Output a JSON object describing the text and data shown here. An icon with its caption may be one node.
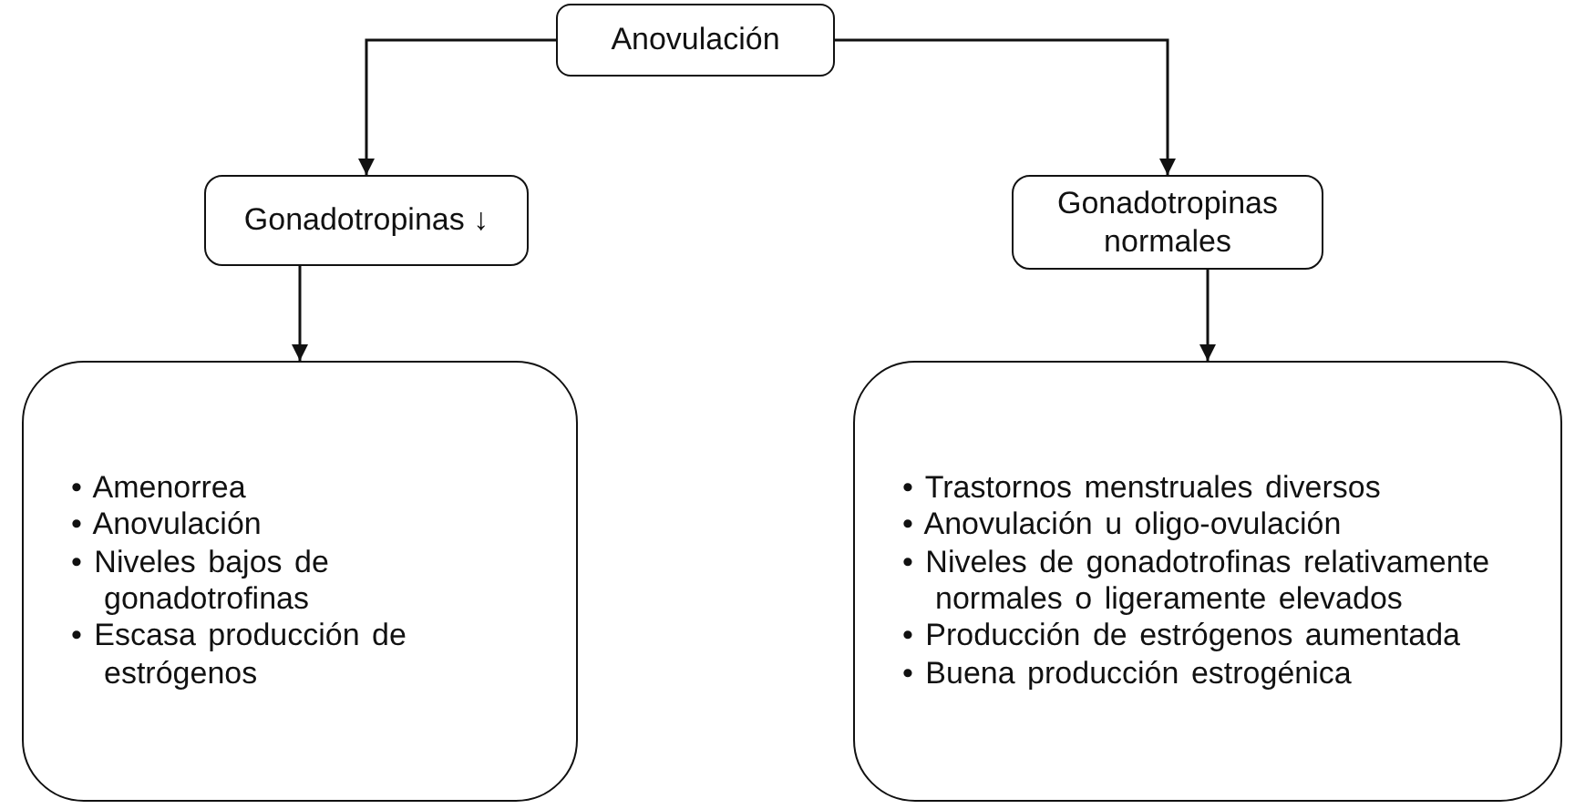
{
  "diagram": {
    "nodes": [
      {
        "text": [
          "Anovulación"
        ]
      },
      {
        "text": [
          "Gonadotropinas ↓"
        ]
      },
      {
        "text": [
          "Gonadotropinas normales"
        ]
      },
      {
        "text": [
          "• Amenorrea",
          "• Anovulación",
          "• Niveles bajos de gonadotrofinas",
          "• Escasa producción de estrógenos"
        ]
      },
      {
        "text": [
          "• Trastornos menstruales diversos",
          "• Anovulación u oligo-ovulación",
          "• Niveles de gonadotrofinas relativamente normales o ligeramente elevados",
          "• Producción de estrógenos aumentada",
          "• Buena producción estrogénica"
        ]
      }
    ],
    "edges": [
      {
        "from": 0,
        "to": 1,
        "arrow": "to"
      },
      {
        "from": 0,
        "to": 2,
        "arrow": "to"
      },
      {
        "from": 1,
        "to": 3,
        "arrow": "to"
      },
      {
        "from": 2,
        "to": 4,
        "arrow": "to"
      }
    ]
  }
}
